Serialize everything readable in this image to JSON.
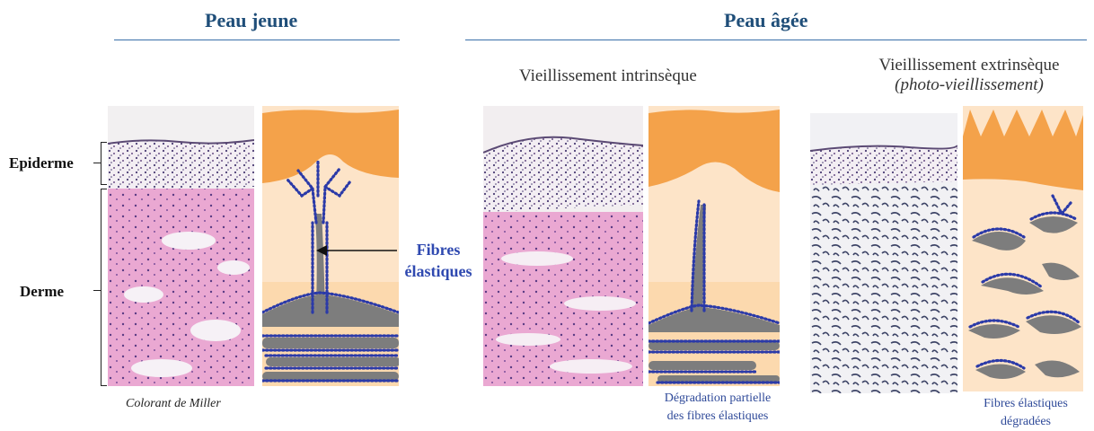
{
  "headers": {
    "young": "Peau jeune",
    "aged": "Peau âgée"
  },
  "subtitles": {
    "intrinsic": "Vieillissement intrinsèque",
    "extrinsic_line1": "Vieillissement extrinsèque",
    "extrinsic_line2": "(photo-vieillissement)"
  },
  "layers": {
    "epidermis": "Epiderme",
    "dermis": "Derme"
  },
  "callout": {
    "line1": "Fibres",
    "line2": "élastiques"
  },
  "captions": {
    "stain": "Colorant de Miller",
    "partial_1": "Dégradation partielle",
    "partial_2": "des fibres élastiques",
    "degraded_1": "Fibres élastiques",
    "degraded_2": "dégradées"
  },
  "colors": {
    "header": "#1f4e79",
    "callout": "#2f49b0",
    "epidermis_orange": "#f4a24a",
    "dermis_peach": "#fde3c6",
    "fiber_gray": "#7d7d7d",
    "fiber_dots": "#2b3aa8",
    "histology_pink": "#e8a6cf"
  }
}
